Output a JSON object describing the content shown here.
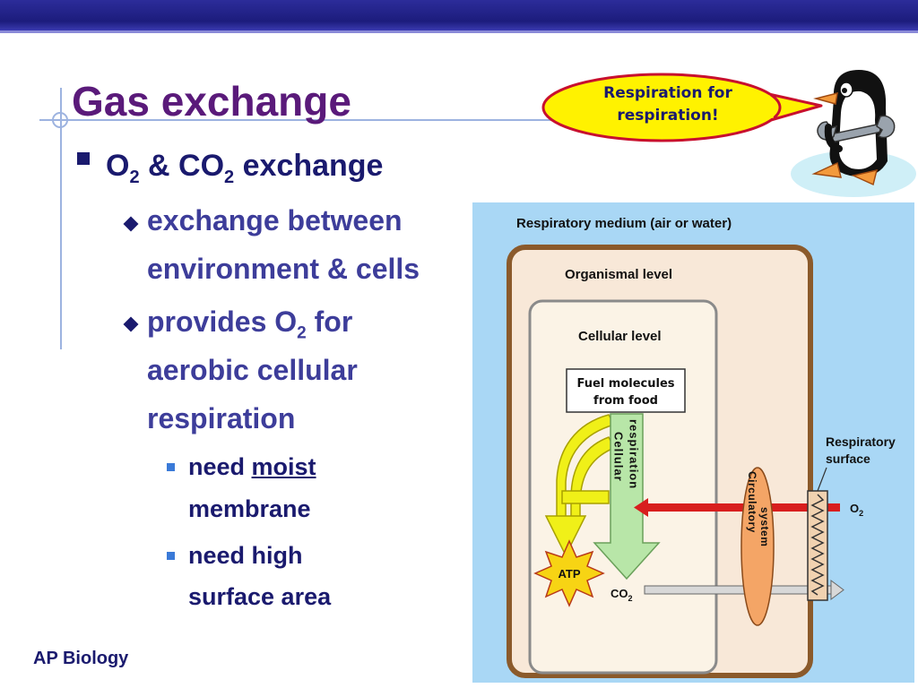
{
  "slide": {
    "title": "Gas exchange",
    "footer": "AP Biology"
  },
  "bullets": {
    "main": {
      "o": "O",
      "sub1": "2",
      "mid": " & CO",
      "sub2": "2",
      "end": " exchange"
    },
    "sub_a": {
      "line1": "exchange between",
      "line2": "environment & cells"
    },
    "sub_b": {
      "line1a": "provides O",
      "line1sub": "2",
      "line1b": " for",
      "line2": "aerobic cellular",
      "line3": "respiration"
    },
    "detail_1": {
      "pre": "need ",
      "underlined": "moist",
      "line2": "membrane"
    },
    "detail_2": {
      "line1": "need high",
      "line2": "surface area"
    }
  },
  "speech_bubble": {
    "line1": "Respiration for",
    "line2": "respiration!"
  },
  "diagram": {
    "respiratory_medium": "Respiratory medium (air or water)",
    "organismal_level": "Organismal level",
    "cellular_level": "Cellular level",
    "fuel_line1": "Fuel molecules",
    "fuel_line2": "from food",
    "cellular_word": "Cellular",
    "respiration_word": "respiration",
    "circulatory_word": "Circulatory",
    "system_word": "system",
    "atp": "ATP",
    "respiratory_surface_line1": "Respiratory",
    "respiratory_surface_line2": "surface",
    "o2": "O",
    "o2_sub": "2",
    "co2": "CO",
    "co2_sub": "2"
  },
  "colors": {
    "title": "#5a1a7a",
    "text": "#1a1a6e",
    "panel_bg": "#a9d7f5",
    "arrow_o2": "#d81e1e",
    "arrow_fuel": "#f0f018",
    "arrow_respiration": "#b8e6a8",
    "atp_burst": "#f7d414"
  }
}
